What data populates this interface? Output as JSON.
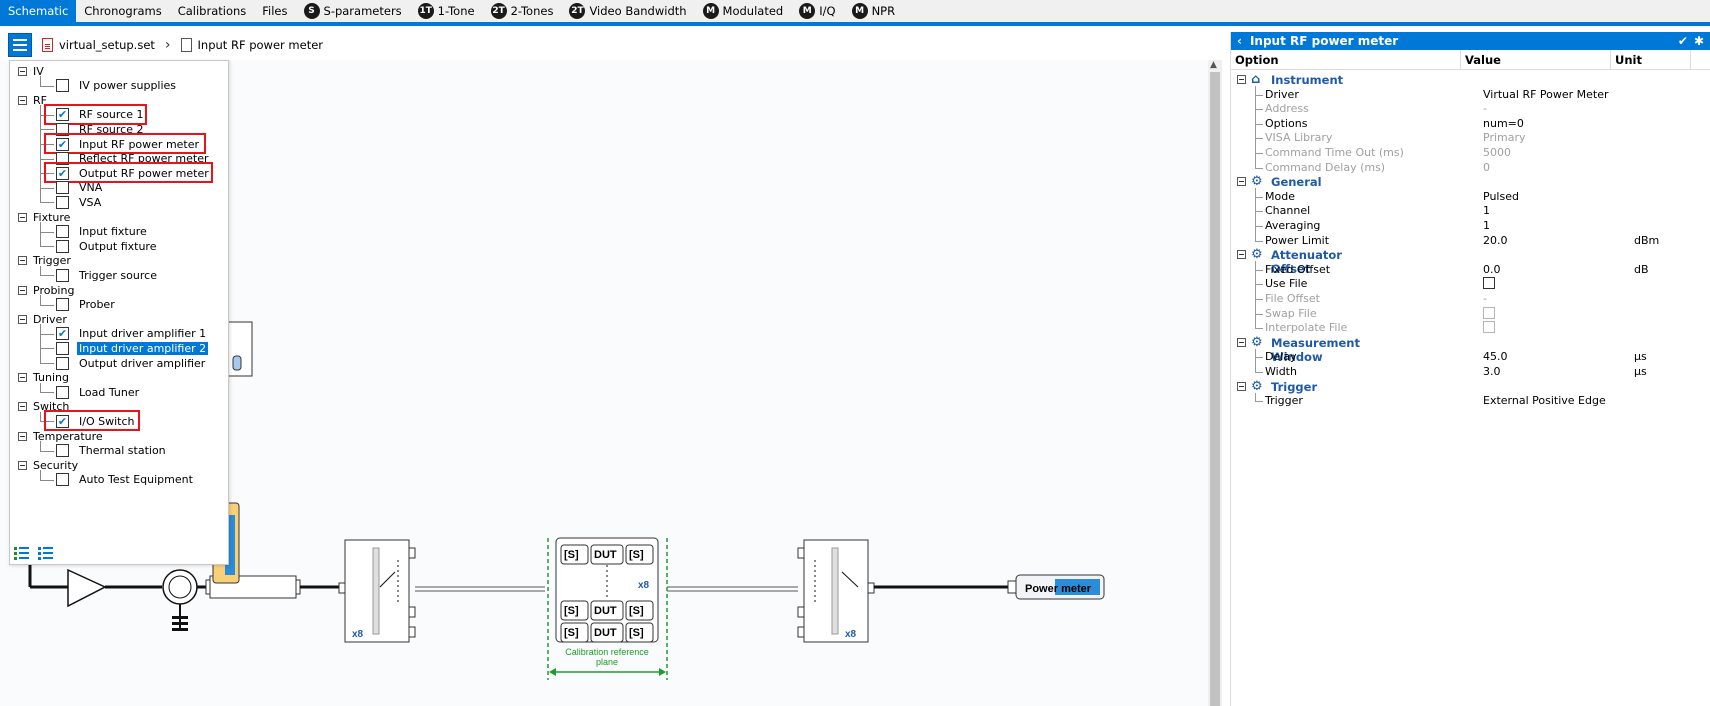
{
  "tabs": [
    {
      "label": "Schematic",
      "badge": "",
      "active": true
    },
    {
      "label": "Chronograms",
      "badge": ""
    },
    {
      "label": "Calibrations",
      "badge": ""
    },
    {
      "label": "Files",
      "badge": ""
    },
    {
      "label": "S-parameters",
      "badge": "S"
    },
    {
      "label": "1-Tone",
      "badge": "1T"
    },
    {
      "label": "2-Tones",
      "badge": "2T"
    },
    {
      "label": "Video Bandwidth",
      "badge": "2T"
    },
    {
      "label": "Modulated",
      "badge": "M"
    },
    {
      "label": "I/Q",
      "badge": "M"
    },
    {
      "label": "NPR",
      "badge": "M"
    }
  ],
  "breadcrumb": {
    "file": "virtual_setup.set",
    "page": "Input RF power meter"
  },
  "tree": {
    "groups": [
      {
        "label": "IV",
        "items": [
          {
            "label": "IV power supplies",
            "checked": false
          }
        ]
      },
      {
        "label": "RF",
        "items": [
          {
            "label": "RF source 1",
            "checked": true,
            "highlight": true
          },
          {
            "label": "RF source 2",
            "checked": false
          },
          {
            "label": "Input RF power meter",
            "checked": true,
            "highlight": true
          },
          {
            "label": "Reflect RF power meter",
            "checked": false
          },
          {
            "label": "Output RF power meter",
            "checked": true,
            "highlight": true
          },
          {
            "label": "VNA",
            "checked": false
          },
          {
            "label": "VSA",
            "checked": false
          }
        ]
      },
      {
        "label": "Fixture",
        "items": [
          {
            "label": "Input fixture",
            "checked": false
          },
          {
            "label": "Output fixture",
            "checked": false
          }
        ]
      },
      {
        "label": "Trigger",
        "items": [
          {
            "label": "Trigger source",
            "checked": false
          }
        ]
      },
      {
        "label": "Probing",
        "items": [
          {
            "label": "Prober",
            "checked": false
          }
        ]
      },
      {
        "label": "Driver",
        "items": [
          {
            "label": "Input driver amplifier 1",
            "checked": true
          },
          {
            "label": "Input driver amplifier 2",
            "checked": false,
            "selected": true
          },
          {
            "label": "Output driver amplifier",
            "checked": false
          }
        ]
      },
      {
        "label": "Tuning",
        "items": [
          {
            "label": "Load Tuner",
            "checked": false
          }
        ]
      },
      {
        "label": "Switch",
        "items": [
          {
            "label": "I/O Switch",
            "checked": true,
            "highlight": true
          }
        ]
      },
      {
        "label": "Temperature",
        "items": [
          {
            "label": "Thermal station",
            "checked": false
          }
        ]
      },
      {
        "label": "Security",
        "items": [
          {
            "label": "Auto Test Equipment",
            "checked": false
          }
        ]
      }
    ]
  },
  "schematic": {
    "switch_count_left": "x8",
    "dut_count": "x8",
    "switch_count_right": "x8",
    "s_label": "[S]",
    "dut_label": "DUT",
    "calibration_label": "Calibration reference plane",
    "power_meter_label": "Power meter"
  },
  "panel": {
    "title": "Input RF power meter",
    "columns": {
      "option": "Option",
      "value": "Value",
      "unit": "Unit"
    },
    "sections": [
      {
        "title": "Instrument",
        "icon": "instrument-icon",
        "rows": [
          {
            "name": "Driver",
            "value": "Virtual RF Power Meter",
            "unit": "",
            "disabled": false
          },
          {
            "name": "Address",
            "value": "-",
            "unit": "",
            "disabled": true
          },
          {
            "name": "Options",
            "value": "num=0",
            "unit": "",
            "disabled": false
          },
          {
            "name": "VISA Library",
            "value": "Primary",
            "unit": "",
            "disabled": true
          },
          {
            "name": "Command Time Out (ms)",
            "value": "5000",
            "unit": "",
            "disabled": true
          },
          {
            "name": "Command Delay (ms)",
            "value": "0",
            "unit": "",
            "disabled": true
          }
        ]
      },
      {
        "title": "General",
        "icon": "gear-icon",
        "rows": [
          {
            "name": "Mode",
            "value": "Pulsed",
            "unit": "",
            "disabled": false
          },
          {
            "name": "Channel",
            "value": "1",
            "unit": "",
            "disabled": false
          },
          {
            "name": "Averaging",
            "value": "1",
            "unit": "",
            "disabled": false
          },
          {
            "name": "Power Limit",
            "value": "20.0",
            "unit": "dBm",
            "disabled": false
          }
        ]
      },
      {
        "title": "Attenuator Offset",
        "icon": "gear-icon",
        "rows": [
          {
            "name": "Fixed Offset",
            "value": "0.0",
            "unit": "dB",
            "disabled": false
          },
          {
            "name": "Use File",
            "value": "",
            "unit": "",
            "checkbox": true,
            "disabled": false
          },
          {
            "name": "File Offset",
            "value": "-",
            "unit": "",
            "disabled": true
          },
          {
            "name": "Swap File",
            "value": "",
            "unit": "",
            "checkbox": true,
            "disabled": true
          },
          {
            "name": "Interpolate File",
            "value": "",
            "unit": "",
            "checkbox": true,
            "disabled": true
          }
        ]
      },
      {
        "title": "Measurement Window",
        "icon": "gear-icon",
        "rows": [
          {
            "name": "Delay",
            "value": "45.0",
            "unit": "µs",
            "disabled": false
          },
          {
            "name": "Width",
            "value": "3.0",
            "unit": "µs",
            "disabled": false
          }
        ]
      },
      {
        "title": "Trigger",
        "icon": "gear-icon",
        "rows": [
          {
            "name": "Trigger",
            "value": "External Positive Edge",
            "unit": "",
            "disabled": false
          }
        ]
      }
    ]
  },
  "colors": {
    "accent": "#0078d7",
    "highlight": "#e8141c",
    "green": "#1f9b2b",
    "section": "#1f5aa8"
  }
}
